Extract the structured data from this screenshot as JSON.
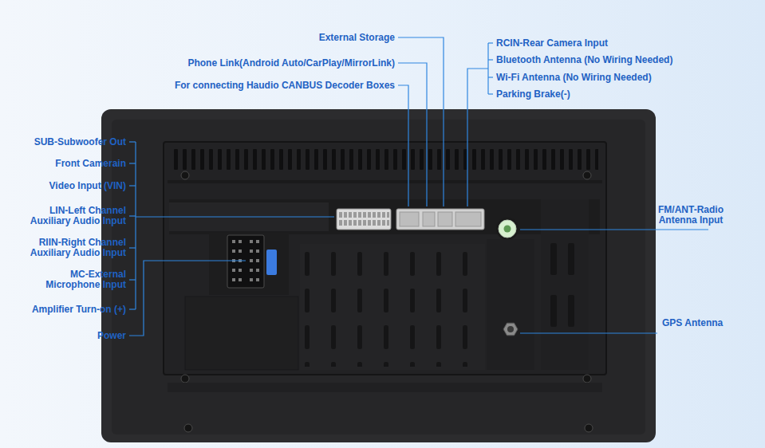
{
  "diagram": {
    "labels": [
      "External Storage",
      "Phone Link(Android Auto/CarPlay/MirrorLink)",
      "For connecting Haudio CANBUS Decoder Boxes",
      "RCIN-Rear Camera Input",
      "Bluetooth Antenna (No Wiring Needed)",
      "Wi-Fi Antenna (No Wiring Needed)",
      "Parking Brake(-)",
      "SUB-Subwoofer Out",
      "Front Camerain",
      "Video Input (VIN)",
      "LIN-Left Channel Auxiliary Audio Input",
      "RIIN-Right Channel Auxiliary Audio Input",
      "MC-External Microphone Input",
      "Amplifier Turn-on (+)",
      "Power",
      "FM/ANT-Radio Antenna Input",
      "GPS Antenna"
    ]
  }
}
